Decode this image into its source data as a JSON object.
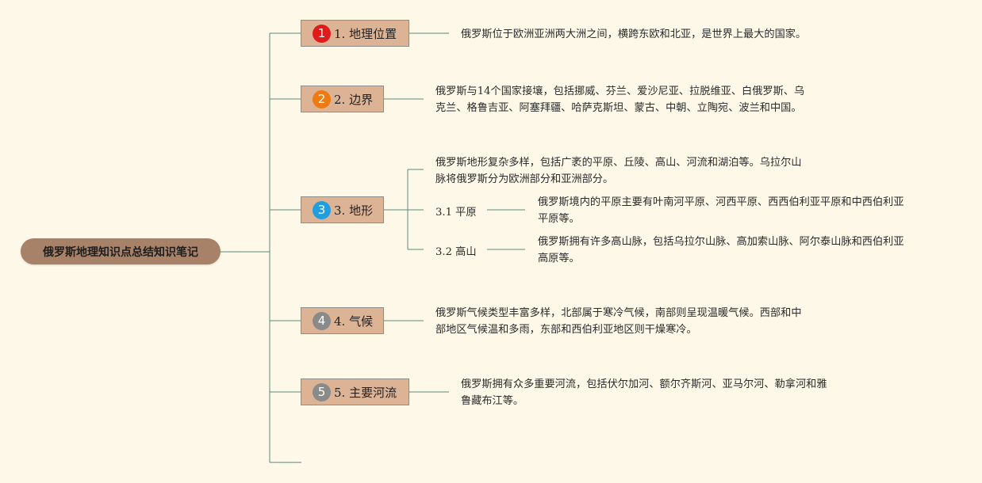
{
  "root": {
    "label": "俄罗斯地理知识点总结知识笔记"
  },
  "colors": {
    "background": "#fdf8e8",
    "root_fill": "#a88268",
    "topic_fill": "#ddb396",
    "line": "#5c8a7a",
    "badge_1": "#e01b1b",
    "badge_2": "#ef7a12",
    "badge_3": "#1f9fe0",
    "badge_4": "#8a8a8a",
    "badge_5": "#8a8a8a"
  },
  "topics": [
    {
      "number": "1",
      "badge_color": "#e01b1b",
      "label": "1. 地理位置",
      "description": [
        "俄罗斯位于欧洲亚洲两大洲之间，横跨东欧和北亚，是世界上最大的国家。"
      ]
    },
    {
      "number": "2",
      "badge_color": "#ef7a12",
      "label": "2. 边界",
      "description": [
        "俄罗斯与14个国家接壤，包括挪威、芬兰、爱沙尼亚、拉脱维亚、白俄罗斯、乌",
        "克兰、格鲁吉亚、阿塞拜疆、哈萨克斯坦、蒙古、中朝、立陶宛、波兰和中国。"
      ]
    },
    {
      "number": "3",
      "badge_color": "#1f9fe0",
      "label": "3. 地形",
      "description": [
        "俄罗斯地形复杂多样，包括广袤的平原、丘陵、高山、河流和湖泊等。乌拉尔山",
        "脉将俄罗斯分为欧洲部分和亚洲部分。"
      ],
      "children": [
        {
          "label": "3.1 平原",
          "description": [
            "俄罗斯境内的平原主要有叶南河平原、河西平原、西西伯利亚平原和中西伯利亚",
            "平原等。"
          ]
        },
        {
          "label": "3.2 高山",
          "description": [
            "俄罗斯拥有许多高山脉，包括乌拉尔山脉、高加索山脉、阿尔泰山脉和西伯利亚",
            "高原等。"
          ]
        }
      ]
    },
    {
      "number": "4",
      "badge_color": "#8a8a8a",
      "label": "4. 气候",
      "description": [
        "俄罗斯气候类型丰富多样，北部属于寒冷气候，南部则呈现温暖气候。西部和中",
        "部地区气候温和多雨，东部和西伯利亚地区则干燥寒冷。"
      ]
    },
    {
      "number": "5",
      "badge_color": "#8a8a8a",
      "label": "5. 主要河流",
      "description": [
        "俄罗斯拥有众多重要河流，包括伏尔加河、额尔齐斯河、亚马尔河、勒拿河和雅",
        "鲁藏布江等。"
      ]
    }
  ]
}
